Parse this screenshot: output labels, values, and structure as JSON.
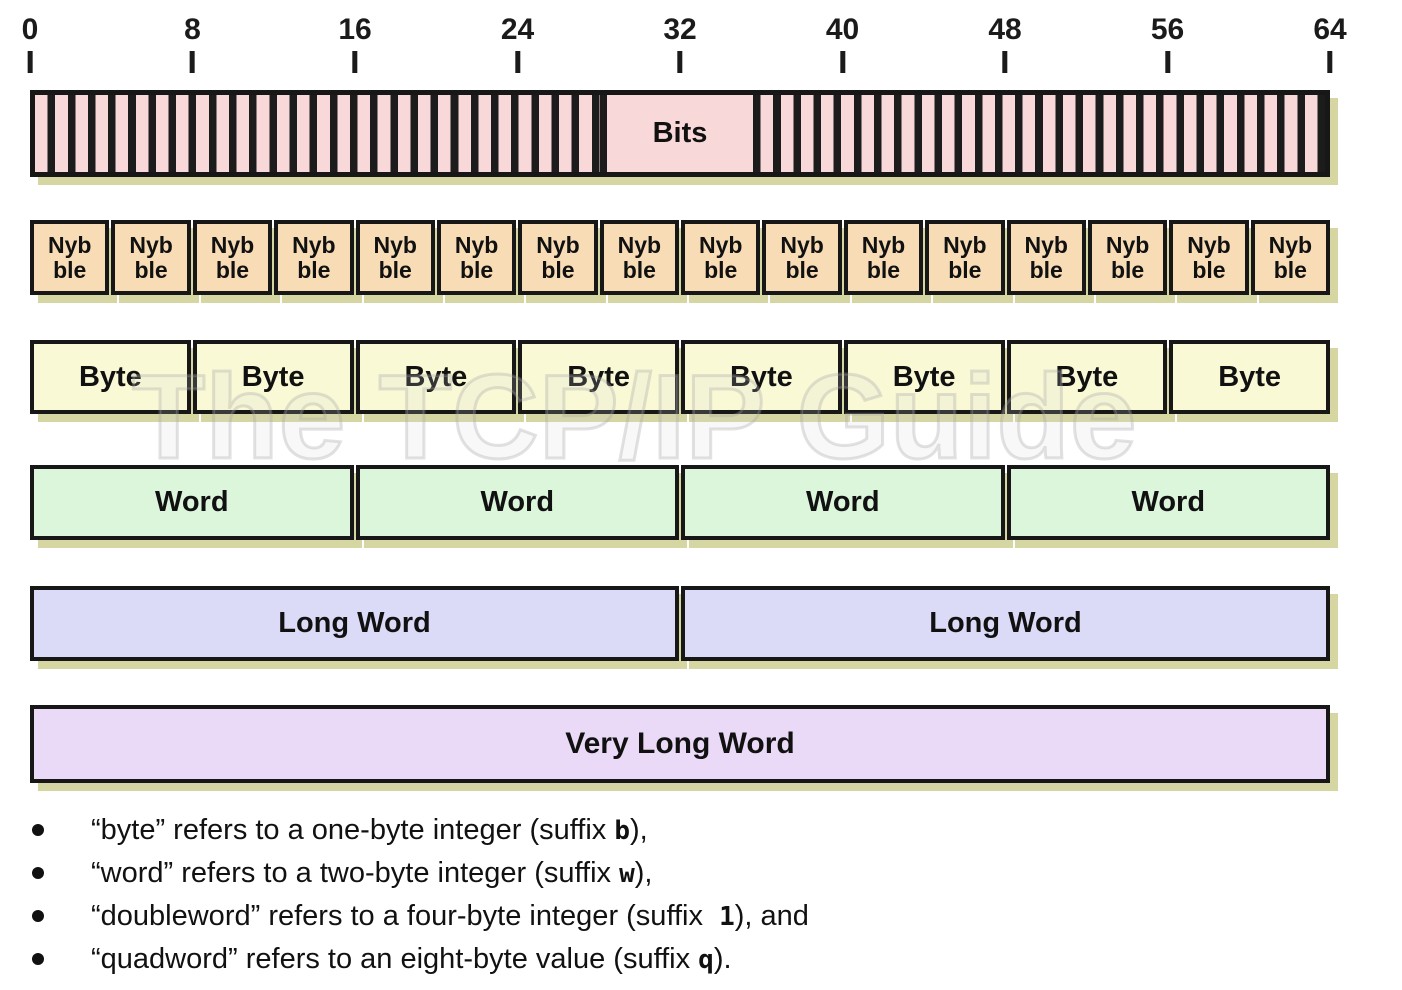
{
  "ruler": {
    "labels": [
      "0",
      "8",
      "16",
      "24",
      "32",
      "40",
      "48",
      "56",
      "64"
    ]
  },
  "rows": {
    "bits": {
      "label": "Bits",
      "count": 64,
      "fill": "#f9d8da"
    },
    "nybble": {
      "label": "Nyb\nble",
      "count": 16,
      "fill": "#f8dcb6"
    },
    "byte": {
      "label": "Byte",
      "count": 8,
      "fill": "#f9f9d6"
    },
    "word": {
      "label": "Word",
      "count": 4,
      "fill": "#dcf6dc"
    },
    "long_word": {
      "label": "Long Word",
      "count": 2,
      "fill": "#dbdbf8"
    },
    "very_long_word": {
      "label": "Very Long Word",
      "count": 1,
      "fill": "#eadaf8"
    }
  },
  "watermark": {
    "text": "The TCP/IP Guide"
  },
  "notes": [
    {
      "before": "“byte” refers to a one-byte integer (suffix ",
      "code": "b",
      "after": "),"
    },
    {
      "before": "“word” refers to a two-byte integer (suffix ",
      "code": "w",
      "after": "),"
    },
    {
      "before": "“doubleword” refers to a four-byte integer (suffix  ",
      "code": "1",
      "after": "), and"
    },
    {
      "before": "“quadword” refers to an eight-byte value (suffix ",
      "code": "q",
      "after": ")."
    }
  ],
  "colors": {
    "shadow": "#d6d6a3",
    "border": "#171717",
    "text": "#111111"
  }
}
